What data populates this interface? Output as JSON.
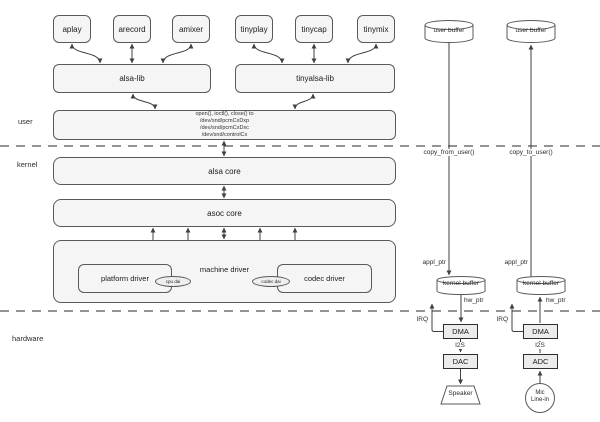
{
  "layers": {
    "user": "user",
    "kernel": "kernel",
    "hardware": "hardware"
  },
  "user_space": {
    "apps": {
      "aplay": "aplay",
      "arecord": "arecord",
      "amixer": "amixer",
      "tinyplay": "tinyplay",
      "tinycap": "tinycap",
      "tinymix": "tinymix"
    },
    "alsa_lib": "alsa-lib",
    "tinyalsa_lib": "tinyalsa-lib",
    "syscalls": {
      "l1": "open(), ioctl(), close() to",
      "l2": "/dev/snd/pcmCxDxp",
      "l3": "/dev/snd/pcmCxDxc",
      "l4": "/dev/snd/controlCx"
    }
  },
  "kernel_space": {
    "alsa_core": "alsa core",
    "asoc_core": "asoc core",
    "machine_driver": "machine driver",
    "platform_driver": "platform driver",
    "codec_driver": "codec driver",
    "cpu_dai": "cpu dai",
    "codec_dai": "codec dai"
  },
  "playback": {
    "user_buffer": "user buffer",
    "copy_fn": "copy_from_user()",
    "appl_ptr": "appl_ptr",
    "kernel_buffer": "kernel buffer",
    "hw_ptr": "hw_ptr",
    "irq": "IRQ",
    "dma": "DMA",
    "bus": "I2S",
    "converter": "DAC",
    "output": "Speaker"
  },
  "capture": {
    "user_buffer": "user buffer",
    "copy_fn": "copy_to_user()",
    "appl_ptr": "appl_ptr",
    "kernel_buffer": "kernel buffer",
    "hw_ptr": "hw_ptr",
    "irq": "IRQ",
    "dma": "DMA",
    "bus": "I2S",
    "converter": "ADC",
    "input_l1": "Mic",
    "input_l2": "Line-in"
  },
  "colors": {
    "box_fill": "#f5f5f5",
    "box_border": "#595959",
    "line": "#404040",
    "background": "#ffffff"
  }
}
